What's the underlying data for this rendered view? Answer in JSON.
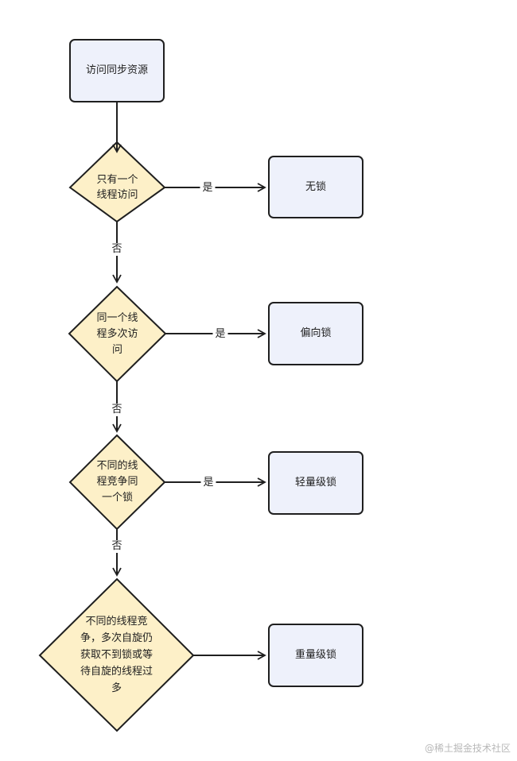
{
  "nodes": {
    "start": "访问同步资源",
    "decision_single": "只有一个\n线程访问",
    "decision_same": "同一个线\n程多次访\n问",
    "decision_compete": "不同的线\n程竞争同\n一个锁",
    "decision_spin": "不同的线程竞\n争，多次自旋仍\n获取不到锁或等\n待自旋的线程过\n多",
    "lock_none": "无锁",
    "lock_biased": "偏向锁",
    "lock_light": "轻量级锁",
    "lock_heavy": "重量级锁"
  },
  "edges": {
    "yes_label": "是",
    "no_label": "否"
  },
  "colors": {
    "process_fill": "#eef1fb",
    "decision_fill": "#fdf0c8",
    "stroke": "#1f1f1f"
  },
  "watermark": "@稀土掘金技术社区"
}
